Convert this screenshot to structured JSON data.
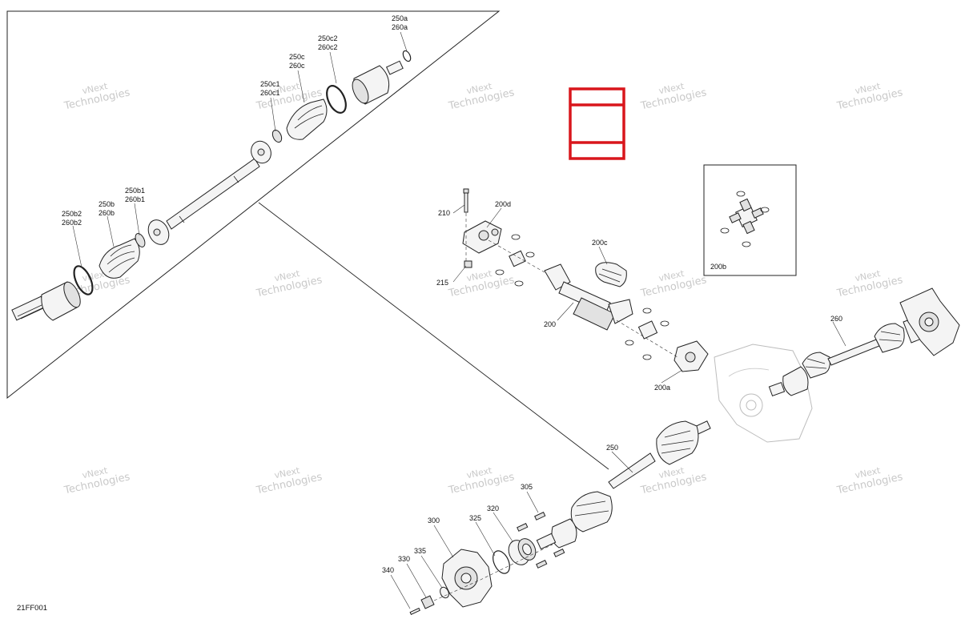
{
  "diagram": {
    "code": "21FF001",
    "watermark": {
      "line1": "vNext",
      "line2": "Technologies"
    },
    "inset_label": "200b",
    "highlight_color": "#d9161c",
    "labels": [
      "250a\n260a",
      "250c2\n260c2",
      "250c\n260c",
      "250c1\n260c1",
      "250b1\n260b1",
      "250b\n260b",
      "250b2\n260b2",
      "210",
      "200d",
      "215",
      "200c",
      "200",
      "200a",
      "260",
      "250",
      "305",
      "320",
      "325",
      "300",
      "335",
      "330",
      "340"
    ]
  }
}
